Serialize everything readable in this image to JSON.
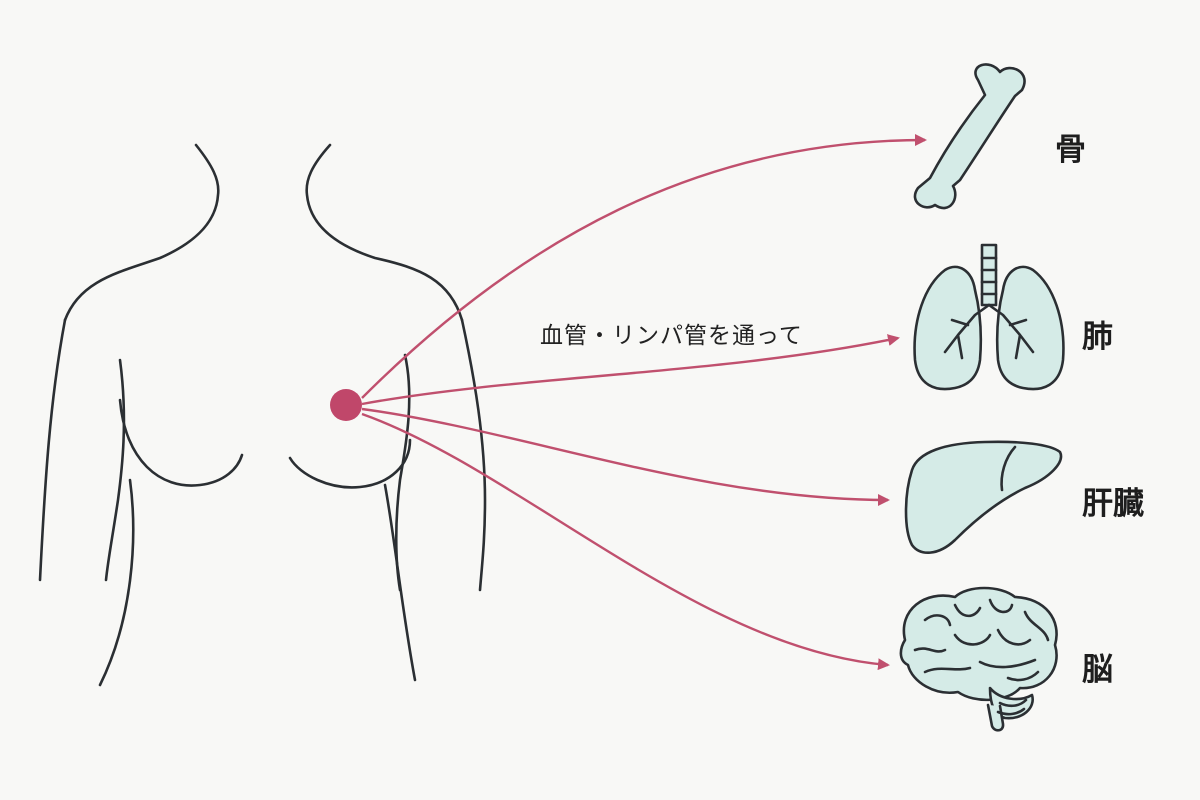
{
  "route_label": "血管・リンパ管を通って",
  "organs": [
    {
      "name": "骨",
      "icon": "bone-icon"
    },
    {
      "name": "肺",
      "icon": "lungs-icon"
    },
    {
      "name": "肝臓",
      "icon": "liver-icon"
    },
    {
      "name": "脳",
      "icon": "brain-icon"
    }
  ],
  "colors": {
    "arrow": "#c0506e",
    "tumor": "#c0476a",
    "organ_fill": "#d5ebe7",
    "outline": "#2b2f33",
    "background": "#f8f8f6"
  }
}
